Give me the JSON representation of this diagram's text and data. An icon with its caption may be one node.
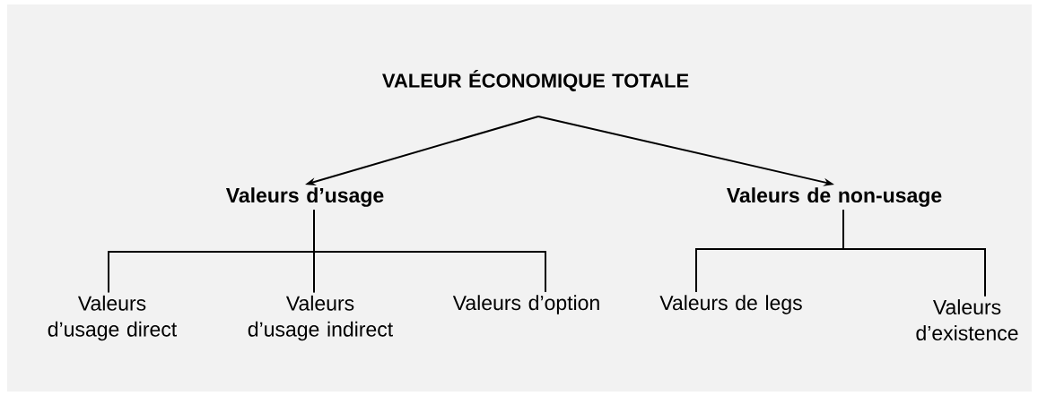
{
  "diagram": {
    "nodes": [
      {
        "text": [
          "VALEUR ÉCONOMIQUE TOTALE"
        ]
      },
      {
        "text": [
          "Valeurs d’usage"
        ]
      },
      {
        "text": [
          "Valeurs de non-usage"
        ]
      },
      {
        "text": [
          "Valeurs d’usage direct"
        ]
      },
      {
        "text": [
          "Valeurs d’usage indirect"
        ]
      },
      {
        "text": [
          "Valeurs d’option"
        ]
      },
      {
        "text": [
          "Valeurs de legs"
        ]
      },
      {
        "text": [
          "Valeurs d’existence"
        ]
      }
    ],
    "edges": [
      {
        "from": 0,
        "to": 1,
        "arrow": "to"
      },
      {
        "from": 0,
        "to": 2,
        "arrow": "to"
      },
      {
        "from": 1,
        "to": 3,
        "arrow": "none"
      },
      {
        "from": 1,
        "to": 4,
        "arrow": "none"
      },
      {
        "from": 1,
        "to": 5,
        "arrow": "none"
      },
      {
        "from": 2,
        "to": 6,
        "arrow": "none"
      },
      {
        "from": 2,
        "to": 7,
        "arrow": "none"
      }
    ]
  }
}
